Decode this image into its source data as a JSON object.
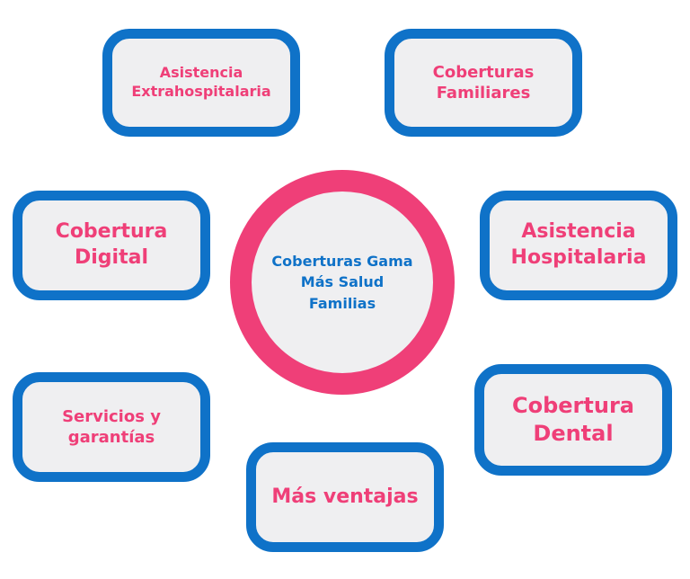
{
  "center": {
    "line1": "Coberturas Gama",
    "line2": "Más Salud",
    "line3": "Familias"
  },
  "nodes": {
    "asistencia_extrahospitalaria": {
      "line1": "Asistencia",
      "line2": "Extrahospitalaria"
    },
    "coberturas_familiares": {
      "line1": "Coberturas",
      "line2": "Familiares"
    },
    "cobertura_digital": {
      "line1": "Cobertura",
      "line2": "Digital"
    },
    "asistencia_hospitalaria": {
      "line1": "Asistencia",
      "line2": "Hospitalaria"
    },
    "servicios_garantias": {
      "line1": "Servicios y",
      "line2": "garantías"
    },
    "cobertura_dental": {
      "line1": "Cobertura",
      "line2": "Dental"
    },
    "mas_ventajas": {
      "line1": "Más ventajas"
    }
  },
  "colors": {
    "box_border": "#0f72c8",
    "box_fill": "#efeff1",
    "label_text": "#ef3f78",
    "center_ring": "#ef3f78",
    "center_text": "#0f72c8"
  }
}
